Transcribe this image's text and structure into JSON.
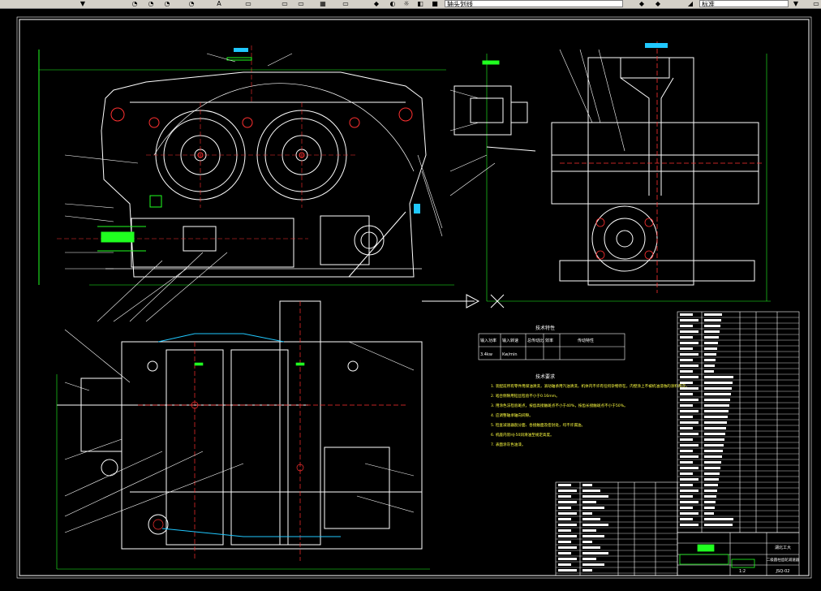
{
  "toolbar": {
    "layer_combo": "轴头划线",
    "style_combo": "标准",
    "font_button": "A"
  },
  "drawing": {
    "param_table": {
      "title": "技术特性",
      "headers": [
        "输入功率",
        "输入转速",
        "总传动比",
        "效率",
        "传动特性"
      ],
      "values": [
        "3.4kw",
        "Kw/min",
        "",
        "",
        ""
      ]
    },
    "tech_req": {
      "title": "技术要求",
      "lines": [
        "1. 装配前所有零件用煤油清洗，滚动轴承用汽油清洗，机体内不许有任何杂物存在。内壁涂上不被机油浸蚀的涂料两次。",
        "2. 啮合侧隙用铅丝检验不小于0.16mm。",
        "3. 用涂色法检验斑点，按齿高接触斑点不小于40%，按齿长接触斑点不小于50%。",
        "4. 应调整轴承轴向间隙。",
        "5. 检查减速器剖分面、各接触面及密封处，均不许漏油。",
        "6. 机座内装HJ-50润滑油至规定高度。",
        "7. 表面涂灰色油漆。"
      ]
    },
    "title_block": {
      "school": "湖北工大",
      "drawing_name": "二级圆柱齿轮减速器",
      "drawing_no": "JSQ-02",
      "scale": "1:2"
    }
  }
}
